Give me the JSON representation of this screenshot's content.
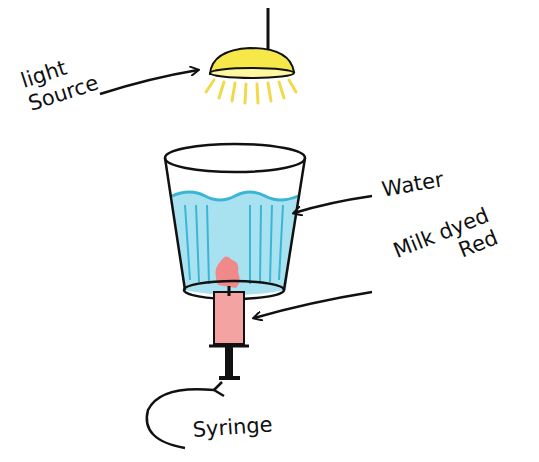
{
  "diagram": {
    "labels": [
      "light Source",
      "Water",
      "Milk dyed Red",
      "Syringe"
    ]
  }
}
